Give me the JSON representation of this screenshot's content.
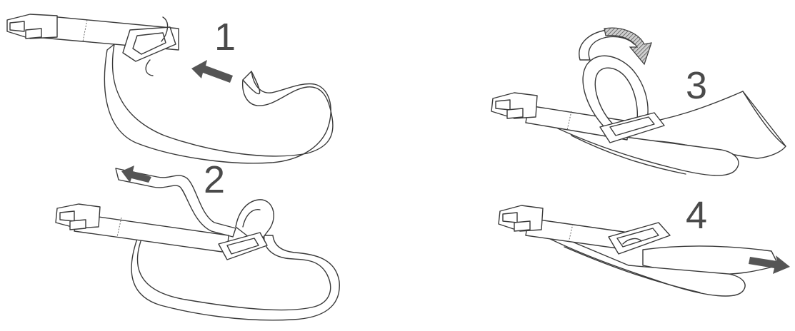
{
  "steps": [
    {
      "label": "1"
    },
    {
      "label": "2"
    },
    {
      "label": "3"
    },
    {
      "label": "4"
    }
  ],
  "colors": {
    "line": "#3a3a3a",
    "arrow": "#555555",
    "background": "#ffffff"
  },
  "icons": [
    "strap-buckle-icon",
    "direction-arrow-icon",
    "rotate-arrow-icon"
  ]
}
